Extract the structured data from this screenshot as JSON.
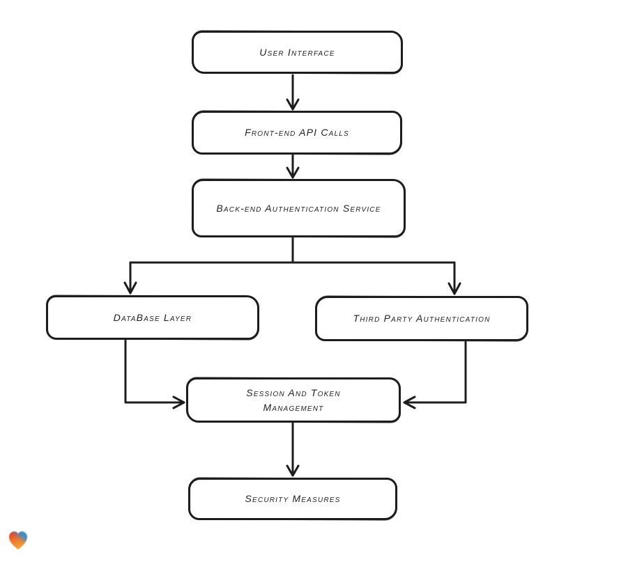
{
  "diagram": {
    "title": "authentication flow diagram",
    "background_color": "#ffffff",
    "stroke_color": "#1d1d1d",
    "nodes": [
      {
        "id": "user-interface",
        "label": "User Interface"
      },
      {
        "id": "front-end-api-calls",
        "label": "Front-end API Calls"
      },
      {
        "id": "back-end-auth",
        "label": "Back-end Authentication Service"
      },
      {
        "id": "database-layer",
        "label": "DataBase Layer"
      },
      {
        "id": "third-party-auth",
        "label": "Third Party Authentication"
      },
      {
        "id": "session-token-mgmt",
        "label": "Session And Token Management"
      },
      {
        "id": "security-measures",
        "label": "Security Measures"
      }
    ],
    "edges": [
      {
        "from": "user-interface",
        "to": "front-end-api-calls"
      },
      {
        "from": "front-end-api-calls",
        "to": "back-end-auth"
      },
      {
        "from": "back-end-auth",
        "to": "database-layer"
      },
      {
        "from": "back-end-auth",
        "to": "third-party-auth"
      },
      {
        "from": "database-layer",
        "to": "session-token-mgmt"
      },
      {
        "from": "third-party-auth",
        "to": "session-token-mgmt"
      },
      {
        "from": "session-token-mgmt",
        "to": "security-measures"
      }
    ],
    "logo": {
      "name": "gradient-heart-logo",
      "colors": {
        "red": "#e23127",
        "teal": "#2fb39b",
        "blue": "#338fd4",
        "orange": "#f3a33b"
      }
    }
  }
}
